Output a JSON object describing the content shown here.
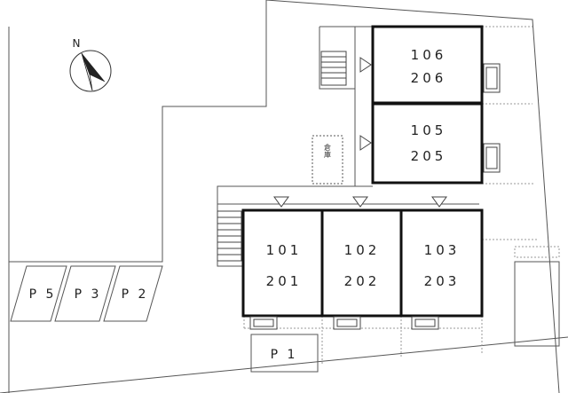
{
  "compass": {
    "label": "N"
  },
  "units": [
    {
      "upper": "106",
      "lower": "206"
    },
    {
      "upper": "105",
      "lower": "205"
    },
    {
      "upper": "101",
      "lower": "201"
    },
    {
      "upper": "102",
      "lower": "202"
    },
    {
      "upper": "103",
      "lower": "203"
    }
  ],
  "parking": [
    {
      "label": "P 5"
    },
    {
      "label": "P 3"
    },
    {
      "label": "P 2"
    },
    {
      "label": "P 1"
    }
  ],
  "storage": {
    "label": "倉庫"
  },
  "colors": {
    "line": "#333333",
    "thick": "#111111",
    "dashed": "#888888",
    "compass_fill": "#222222"
  }
}
